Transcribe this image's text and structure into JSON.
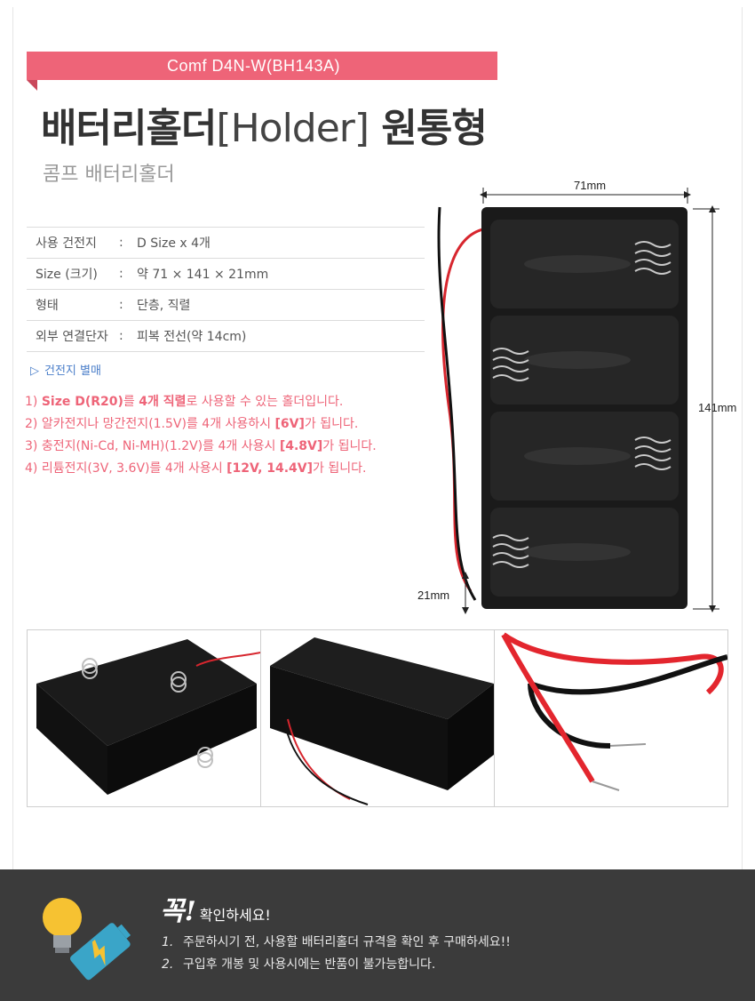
{
  "header": {
    "ribbon_text": "Comf D4N-W(BH143A)",
    "title_main": "배터리홀더",
    "title_bracket": "[Holder]",
    "title_tail": " 원통형",
    "subtitle": "콤프 배터리홀더"
  },
  "spec": {
    "rows": [
      {
        "label": "사용 건전지",
        "colon": ":",
        "value": "D Size x 4개"
      },
      {
        "label": "Size (크기)",
        "colon": ":",
        "value": "약 71 × 141 × 21mm"
      },
      {
        "label": "형태",
        "colon": ":",
        "value": "단층, 직렬"
      },
      {
        "label": "외부 연결단자",
        "colon": ":",
        "value": "피복 전선(약 14cm)"
      }
    ]
  },
  "sold_separately": "건전지 별매",
  "notes": {
    "n1_a": "1) ",
    "n1_b": "Size D(R20)",
    "n1_c": "를 ",
    "n1_d": "4개 직렬",
    "n1_e": "로 사용할 수 있는 홀더입니다.",
    "n2_a": "2) 알카전지나 망간전지(1.5V)를 4개 사용하시 ",
    "n2_b": "[6V]",
    "n2_c": "가 됩니다.",
    "n3_a": "3) 충전지(Ni-Cd, Ni-MH)(1.2V)를 4개 사용시 ",
    "n3_b": "[4.8V]",
    "n3_c": "가 됩니다.",
    "n4_a": "4) 리튬전지(3V, 3.6V)를 4개 사용시 ",
    "n4_b": "[12V, 14.4V]",
    "n4_c": "가 됩니다."
  },
  "diagram": {
    "width_label": "71mm",
    "height_label": "141mm",
    "depth_label": "21mm"
  },
  "footer": {
    "title_big": "꼭!",
    "title_small": "확인하세요!",
    "items": [
      {
        "num": "1.",
        "text": "주문하시기 전, 사용할 배터리홀더 규격을 확인 후 구매하세요!!"
      },
      {
        "num": "2.",
        "text": "구입후 개봉 및 사용시에는 반품이 불가능합니다."
      }
    ]
  },
  "colors": {
    "accent_pink": "#ee6478",
    "link_blue": "#4a7ec9",
    "footer_bg": "#3b3b3b"
  }
}
